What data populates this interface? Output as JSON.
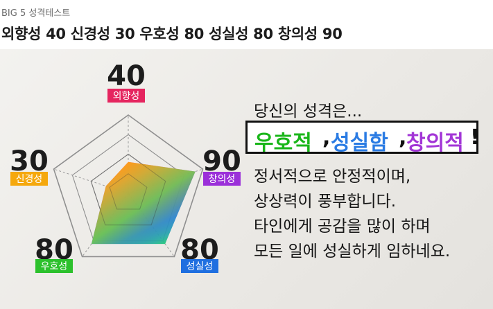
{
  "header": {
    "subtitle": "BIG 5 성격테스트",
    "title": "외향성 40 신경성 30 우호성 80 성실성 80 창의성 90"
  },
  "chart_data": {
    "type": "radar",
    "axes": [
      {
        "label": "외향성",
        "value": 40,
        "badge_color": "#e5255f"
      },
      {
        "label": "창의성",
        "value": 90,
        "badge_color": "#9b30d9"
      },
      {
        "label": "성실성",
        "value": 80,
        "badge_color": "#1f6fe0"
      },
      {
        "label": "우호성",
        "value": 80,
        "badge_color": "#2cc12c"
      },
      {
        "label": "신경성",
        "value": 30,
        "badge_color": "#f5a80d"
      }
    ],
    "range": [
      0,
      100
    ]
  },
  "result": {
    "intro": "당신의 성격은...",
    "traits": [
      {
        "text": "우호적",
        "color": "#19b619"
      },
      {
        "text": ",",
        "color": "#111111"
      },
      {
        "text": "성실함",
        "color": "#2a7be3"
      },
      {
        "text": ",",
        "color": "#111111"
      },
      {
        "text": "창의적",
        "color": "#a235d6"
      },
      {
        "text": "!",
        "color": "#111111"
      }
    ],
    "description": [
      "정서적으로 안정적이며,",
      "상상력이 풍부합니다.",
      "타인에게 공감을 많이 하며",
      "모든 일에 성실하게 임하네요."
    ]
  }
}
